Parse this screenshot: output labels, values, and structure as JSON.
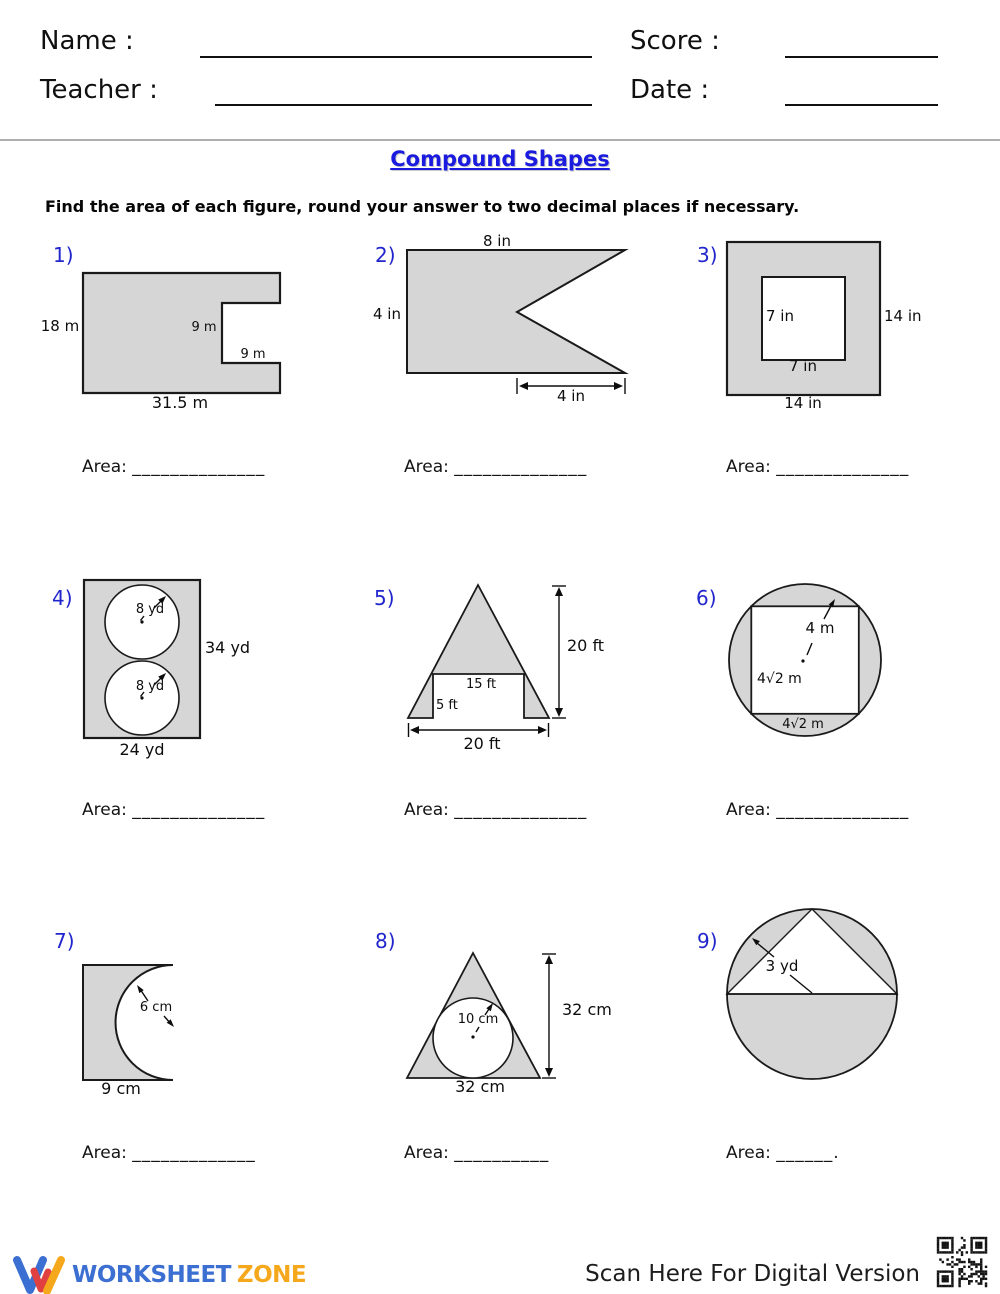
{
  "header": {
    "name_label": "Name :",
    "teacher_label": "Teacher :",
    "score_label": "Score :",
    "date_label": "Date :"
  },
  "title": "Compound Shapes",
  "instruction": "Find the area of each figure, round your answer to two decimal places if necessary.",
  "area_label": "Area:",
  "problems": [
    {
      "number": "1)",
      "area_line": "______________",
      "labels": {
        "left": "18 m",
        "notch_side": "9 m",
        "notch_bottom": "9 m",
        "bottom": "31.5 m"
      }
    },
    {
      "number": "2)",
      "area_line": "______________",
      "labels": {
        "top": "8 in",
        "left": "4 in",
        "bottom": "4 in"
      }
    },
    {
      "number": "3)",
      "area_line": "______________",
      "labels": {
        "inner_left": "7 in",
        "right": "14 in",
        "inner_bottom": "7 in",
        "bottom": "14 in"
      }
    },
    {
      "number": "4)",
      "area_line": "______________",
      "labels": {
        "radius_top": "8 yd",
        "radius_bottom": "8 yd",
        "right": "34 yd",
        "bottom": "24 yd"
      }
    },
    {
      "number": "5)",
      "area_line": "______________",
      "labels": {
        "height": "20 ft",
        "inner_width": "15 ft",
        "inner_height": "5 ft",
        "base": "20 ft"
      }
    },
    {
      "number": "6)",
      "area_line": "______________",
      "labels": {
        "radius": "4 m",
        "side_left": "4√2  m",
        "side_bottom": "4√2  m"
      }
    },
    {
      "number": "7)",
      "area_line": "_____________",
      "labels": {
        "radius": "6 cm",
        "bottom": "9 cm"
      }
    },
    {
      "number": "8)",
      "area_line": "__________",
      "labels": {
        "radius": "10 cm",
        "height": "32 cm",
        "base": "32 cm"
      }
    },
    {
      "number": "9)",
      "area_line": "______.",
      "labels": {
        "radius": "3 yd"
      }
    }
  ],
  "footer": {
    "brand_first": "WORKSHEET",
    "brand_second": "ZONE",
    "scan_text": "Scan Here For Digital Version"
  },
  "colors": {
    "accent_blue": "#2125cc",
    "title_blue": "#1b1bdf",
    "shape_fill": "#d6d6d6",
    "shape_stroke": "#1a1a1a",
    "brand_blue": "#3b6fd1",
    "brand_orange": "#f6a81c",
    "brand_red": "#e04040"
  }
}
